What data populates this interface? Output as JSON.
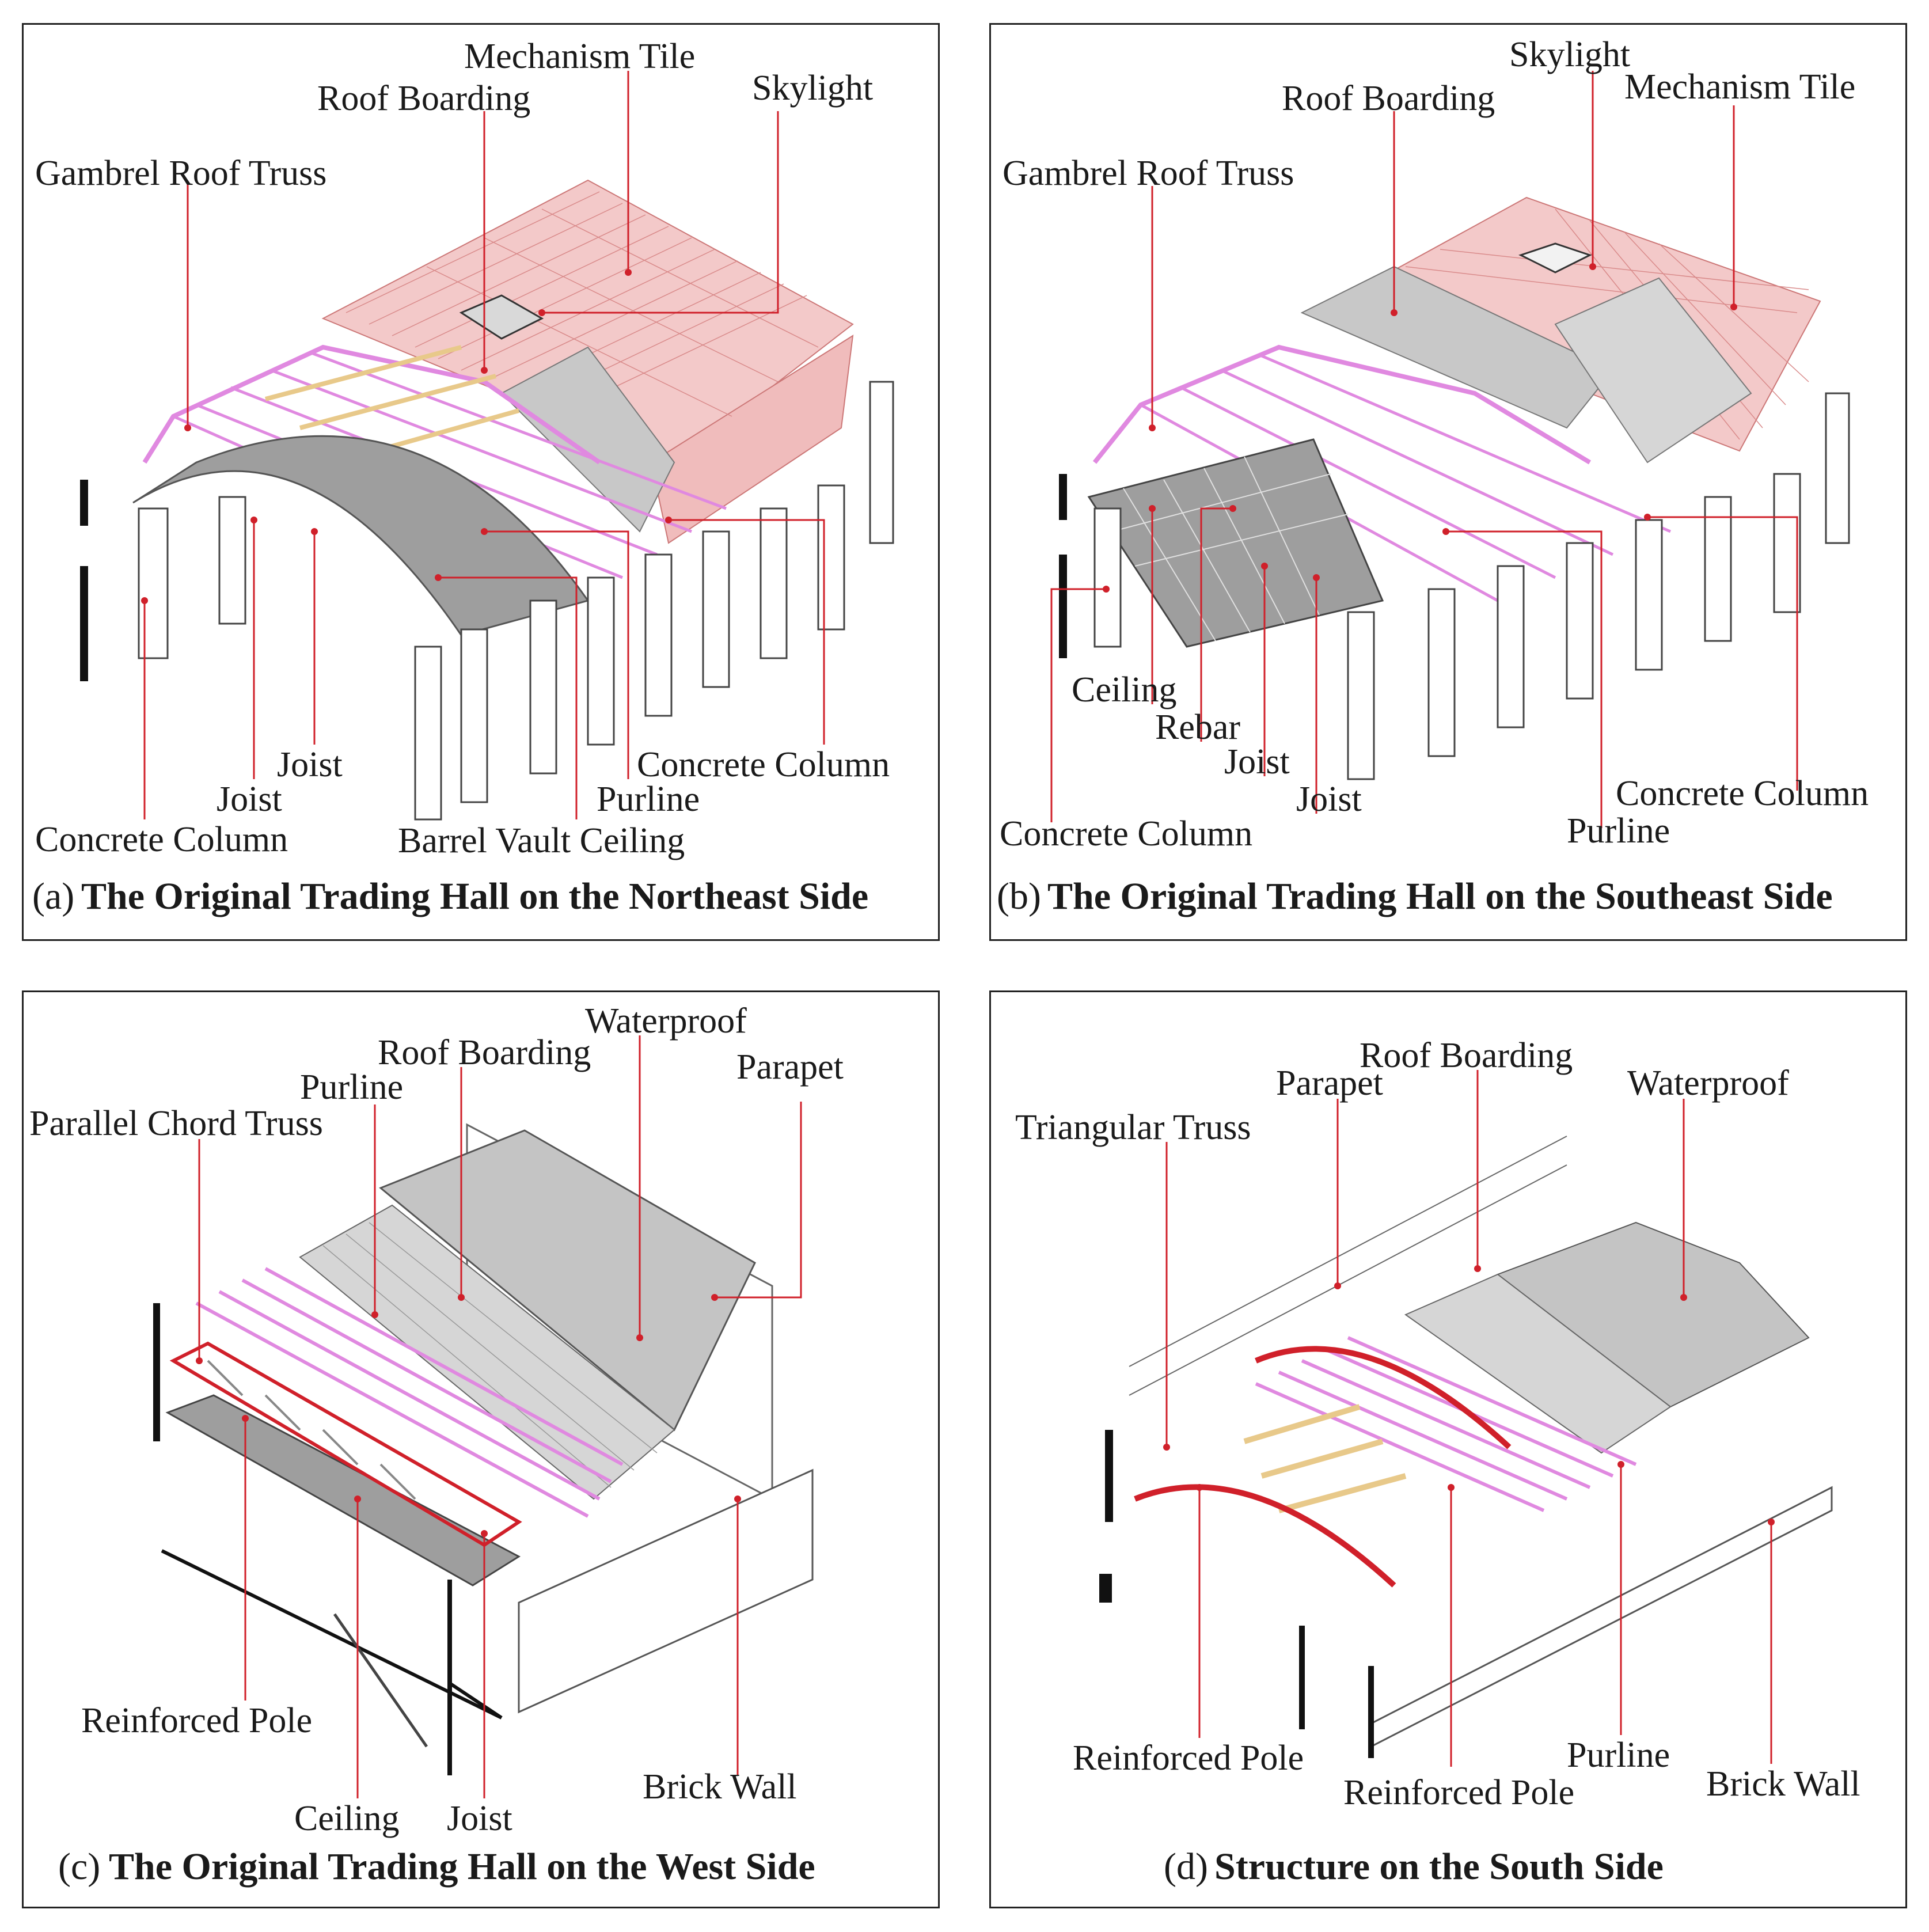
{
  "colors": {
    "leader": "#d0202a",
    "tile": "#f3c9c9",
    "tile_line": "#d98a8a",
    "gray": "#bdbdbd",
    "gray_dark": "#8f8f8f",
    "truss": "#e089e0",
    "timber": "#e8c98a",
    "line": "#555555",
    "wall": "#111111"
  },
  "panels": [
    {
      "id": "a",
      "letter": "(a)",
      "title": "The Original Trading Hall on the Northeast Side",
      "labels": {
        "mechanism_tile": "Mechanism Tile",
        "roof_boarding": "Roof Boarding",
        "skylight": "Skylight",
        "gambrel_roof_truss": "Gambrel Roof Truss",
        "joist_1": "Joist",
        "joist_2": "Joist",
        "concrete_column_1": "Concrete Column",
        "concrete_column_2": "Concrete Column",
        "purline": "Purline",
        "barrel_vault_ceiling": "Barrel Vault Ceiling"
      }
    },
    {
      "id": "b",
      "letter": "(b)",
      "title": "The Original Trading Hall on the Southeast Side",
      "labels": {
        "skylight": "Skylight",
        "roof_boarding": "Roof Boarding",
        "mechanism_tile": "Mechanism Tile",
        "gambrel_roof_truss": "Gambrel Roof Truss",
        "ceiling": "Ceiling",
        "rebar": "Rebar",
        "joist_1": "Joist",
        "joist_2": "Joist",
        "concrete_column_1": "Concrete Column",
        "concrete_column_2": "Concrete Column",
        "purline": "Purline"
      }
    },
    {
      "id": "c",
      "letter": "(c)",
      "title": "The Original Trading Hall on the West Side",
      "labels": {
        "waterproof": "Waterproof",
        "roof_boarding": "Roof Boarding",
        "parapet": "Parapet",
        "purline": "Purline",
        "parallel_chord_truss": "Parallel Chord Truss",
        "reinforced_pole": "Reinforced Pole",
        "brick_wall": "Brick Wall",
        "ceiling": "Ceiling",
        "joist": "Joist"
      }
    },
    {
      "id": "d",
      "letter": "(d)",
      "title": "Structure on the South Side",
      "labels": {
        "roof_boarding": "Roof Boarding",
        "parapet": "Parapet",
        "waterproof": "Waterproof",
        "triangular_truss": "Triangular Truss",
        "reinforced_pole_1": "Reinforced Pole",
        "reinforced_pole_2": "Reinforced Pole",
        "purline": "Purline",
        "brick_wall": "Brick Wall"
      }
    }
  ]
}
